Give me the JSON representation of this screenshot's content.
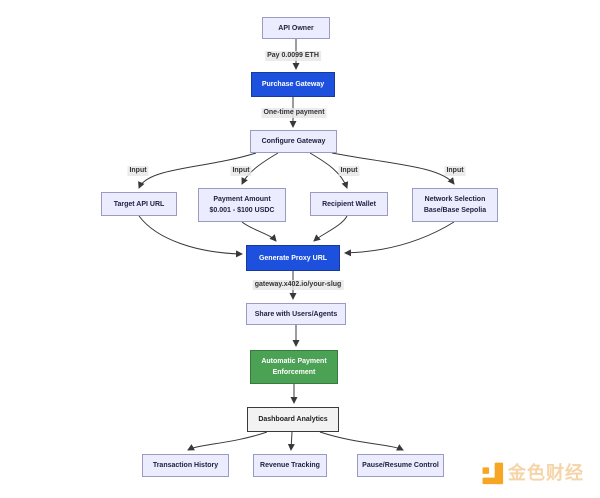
{
  "diagram": {
    "nodes": {
      "api_owner": {
        "label": "API Owner"
      },
      "purchase_gateway": {
        "label": "Purchase Gateway"
      },
      "configure_gateway": {
        "label": "Configure Gateway"
      },
      "target_api_url": {
        "label": "Target API URL"
      },
      "payment_amount": {
        "label": "Payment Amount\n$0.001 - $100 USDC"
      },
      "recipient_wallet": {
        "label": "Recipient Wallet"
      },
      "network_selection": {
        "label": "Network Selection\nBase/Base Sepolia"
      },
      "generate_proxy_url": {
        "label": "Generate Proxy URL"
      },
      "share_with_users": {
        "label": "Share with Users/Agents"
      },
      "automatic_payment": {
        "label": "Automatic Payment\nEnforcement"
      },
      "dashboard_analytics": {
        "label": "Dashboard Analytics"
      },
      "transaction_history": {
        "label": "Transaction History"
      },
      "revenue_tracking": {
        "label": "Revenue Tracking"
      },
      "pause_resume_control": {
        "label": "Pause/Resume Control"
      }
    },
    "edge_labels": {
      "pay_eth": "Pay 0.0099 ETH",
      "one_time_payment": "One-time payment",
      "input_1": "Input",
      "input_2": "Input",
      "input_3": "Input",
      "input_4": "Input",
      "proxy_url": "gateway.x402.io/your-slug"
    },
    "colors": {
      "node_fill": "#ECECFF",
      "node_border": "#9a9ac4",
      "accent_blue": "#1d50dd",
      "accent_blue_border": "#173a9e",
      "accent_green": "#4ba154",
      "accent_green_border": "#38793f",
      "plain_fill": "#f2f2f2",
      "plain_border": "#3a3a3a",
      "edge_stroke": "#383838",
      "watermark_orange": "#f6a623",
      "watermark_text_color": "#f4d09e"
    }
  },
  "watermark": {
    "brand": "金色财经"
  }
}
